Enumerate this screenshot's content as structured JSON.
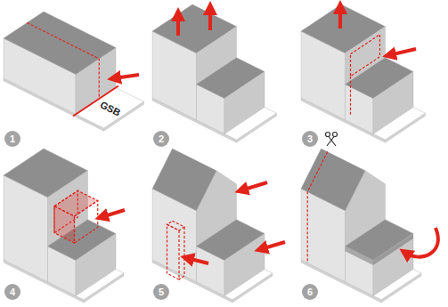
{
  "diagram": {
    "nodes": [
      {
        "text": [
          "1"
        ]
      },
      {
        "text": [
          "2"
        ]
      },
      {
        "text": [
          "3"
        ]
      },
      {
        "text": [
          "4"
        ]
      },
      {
        "text": [
          "5"
        ]
      },
      {
        "text": [
          "6"
        ]
      }
    ],
    "labels": [
      "GSB"
    ]
  }
}
